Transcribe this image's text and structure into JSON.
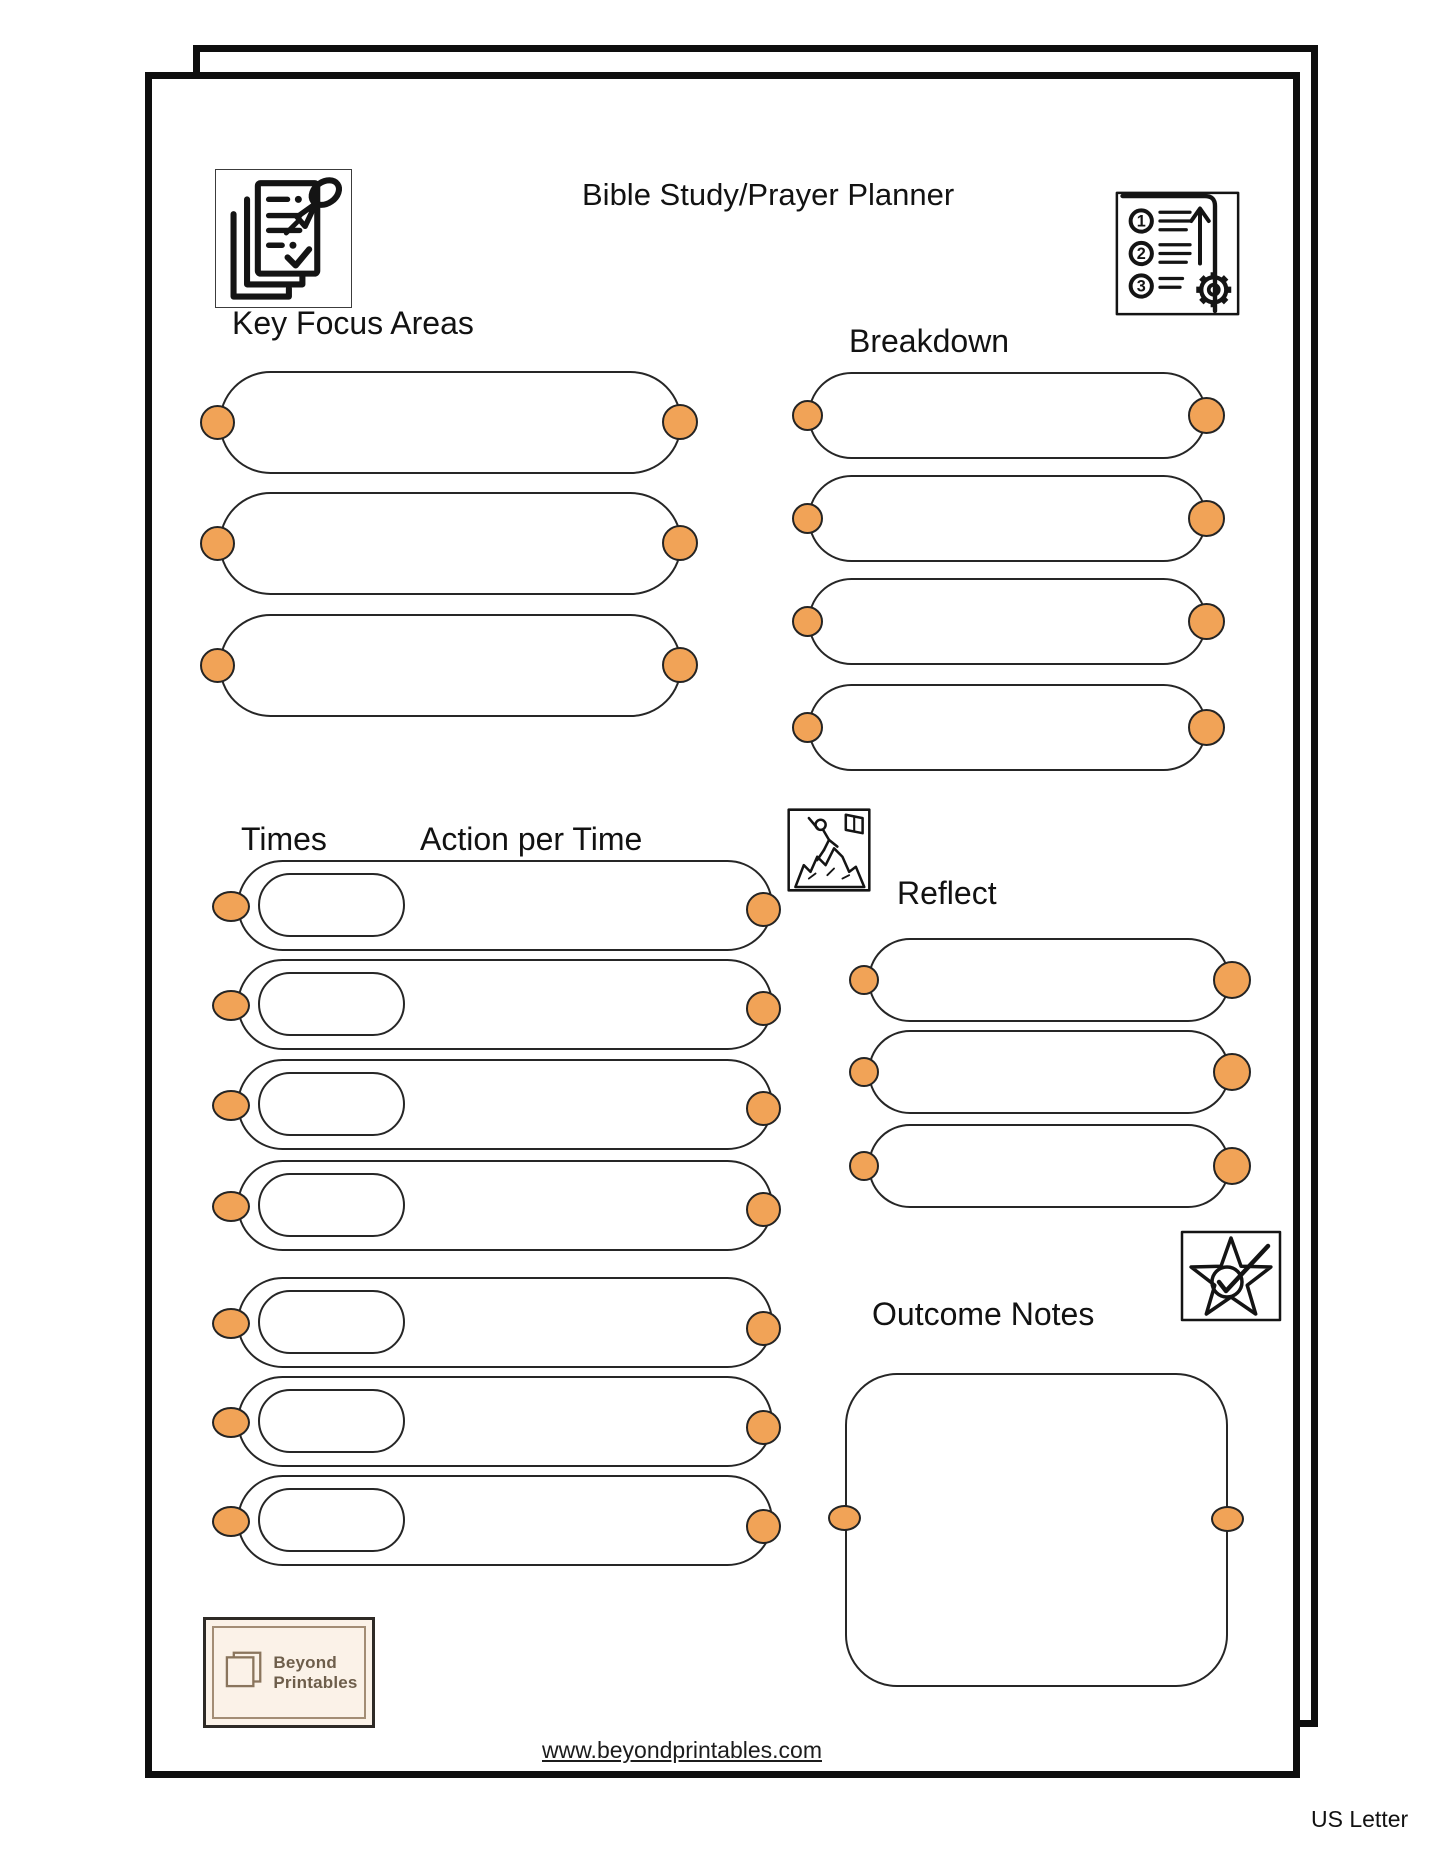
{
  "page": {
    "title": "Bible Study/Prayer Planner",
    "paper_size_label": "US Letter",
    "footer_url": "www.beyondprintables.com"
  },
  "sections": {
    "key_focus_areas": {
      "heading": "Key Focus Areas",
      "row_count": 3
    },
    "breakdown": {
      "heading": "Breakdown",
      "row_count": 4
    },
    "times": {
      "heading": "Times",
      "action_heading": "Action per Time",
      "row_count": 7
    },
    "reflect": {
      "heading": "Reflect",
      "row_count": 3
    },
    "outcome_notes": {
      "heading": "Outcome Notes"
    }
  },
  "logo": {
    "name_line1": "Beyond",
    "name_line2": "Printables"
  },
  "icons": {
    "top_left": "pinned-notes-icon",
    "top_right": "numbered-list-gear-icon",
    "middle": "mountain-climber-icon",
    "bottom_right": "star-check-icon",
    "logo_mark": "stacked-pages-icon"
  },
  "numbered_list_icon": {
    "n1": "1",
    "n2": "2",
    "n3": "3"
  },
  "colors": {
    "accent_orange": "#F1A357",
    "ink": "#141414",
    "page_border": "#0E0E0E",
    "logo_background": "#FBF2E8",
    "logo_brown": "#6E5E4B"
  }
}
